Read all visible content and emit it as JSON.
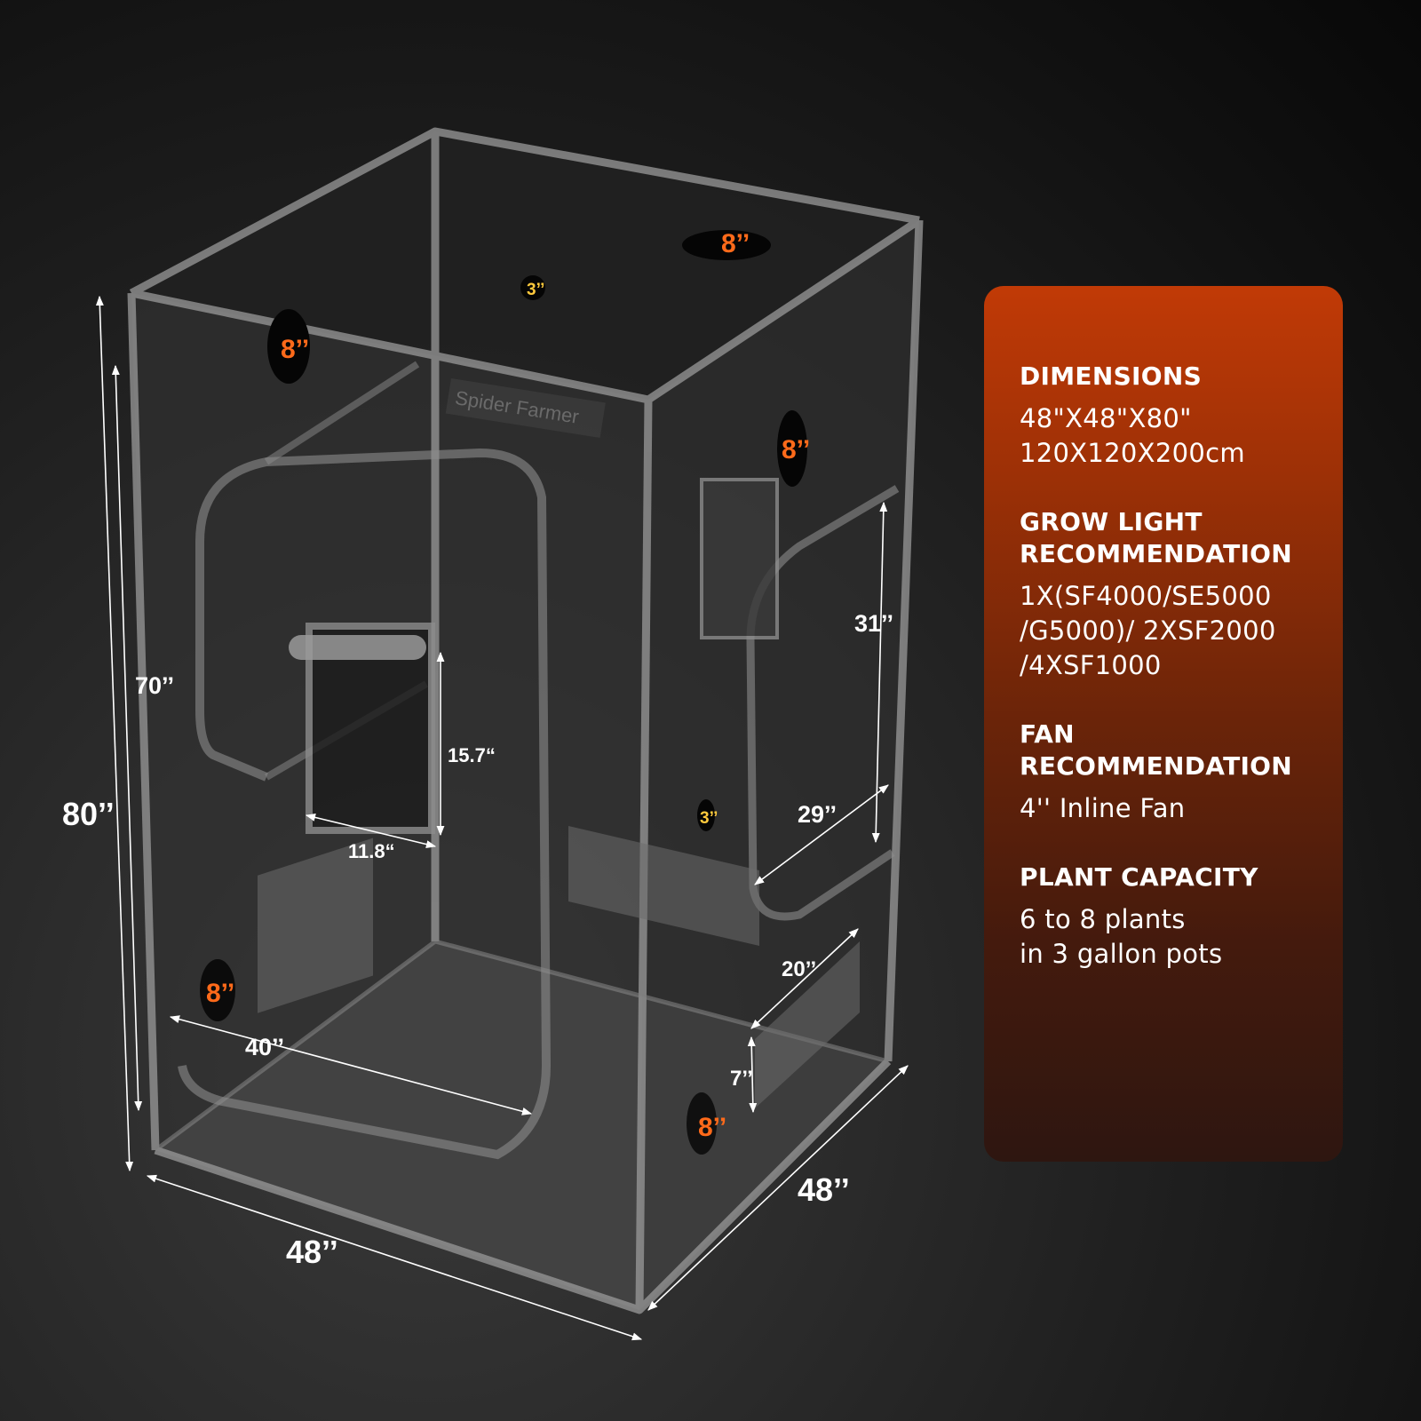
{
  "tent": {
    "brand_logo": "Spider Farmer"
  },
  "dimensions": {
    "height_total": "80’’",
    "height_door": "70’’",
    "width_front": "48’’",
    "depth_side": "48’’",
    "window_height": "15.7“",
    "window_width": "11.8“",
    "floor_door_width": "40’’",
    "side_door_height": "31’’",
    "side_door_width": "29’’",
    "bottom_vent_width": "20’’",
    "bottom_vent_height": "7’’"
  },
  "ports": {
    "top_large": "8’’",
    "top_small": "3’’",
    "front_upper": "8’’",
    "side_upper": "8’’",
    "side_small": "3’’",
    "front_lower": "8’’",
    "side_lower": "8’’"
  },
  "specs": [
    {
      "heading": "DIMENSIONS",
      "value": "48\"X48\"X80\"\n120X120X200cm"
    },
    {
      "heading": "GROW LIGHT\nRECOMMENDATION",
      "value": "1X(SF4000/SE5000\n/G5000)/ 2XSF2000\n/4XSF1000"
    },
    {
      "heading": "FAN\nRECOMMENDATION",
      "value": "4'' Inline Fan"
    },
    {
      "heading": "PLANT CAPACITY",
      "value": "6 to 8 plants\nin 3 gallon pots"
    }
  ],
  "colors": {
    "port_orange": "#ff6a1a",
    "port_yellow": "#ffc93c",
    "panel_top": "#c13a06",
    "panel_bottom": "#2e1610"
  }
}
